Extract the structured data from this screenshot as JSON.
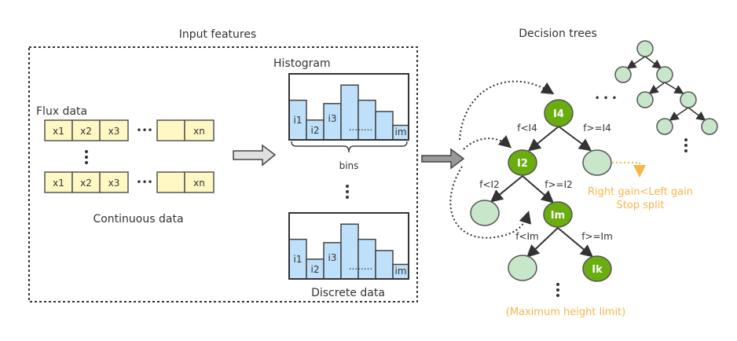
{
  "colors": {
    "cell": "#fff8c4",
    "bar": "#bee0fa",
    "node_active": "#6aad0e",
    "node_leaf": "#c8e6c9",
    "accent": "#f9b54a",
    "stroke": "#444444"
  },
  "input": {
    "title": "Input features",
    "flux_label": "Flux data",
    "cells": [
      "x1",
      "x2",
      "x3",
      "",
      "xn"
    ],
    "ellipsis": "•••",
    "continuous_label": "Continuous data"
  },
  "histogram": {
    "title": "Histogram",
    "labels": [
      "i1",
      "i2",
      "i3",
      "........",
      "im"
    ],
    "bins_label": "bins",
    "discrete_label": "Discrete data",
    "relative_heights": [
      0.6,
      0.3,
      0.55,
      0.83,
      0.6,
      0.43,
      0.22
    ]
  },
  "trees": {
    "title": "Decision trees",
    "nodes": {
      "root": "I4",
      "left": "I2",
      "mid": "Im",
      "leaf": "Ik"
    },
    "edges": [
      "f<I4",
      "f>=I4",
      "f<I2",
      "f>=I2",
      "f<Im",
      "f>=Im"
    ],
    "stop_line1": "Right gain<Left gain",
    "stop_line2": "Stop split",
    "max_height": "(Maximum height limit)",
    "ellipsis": "• • •"
  }
}
